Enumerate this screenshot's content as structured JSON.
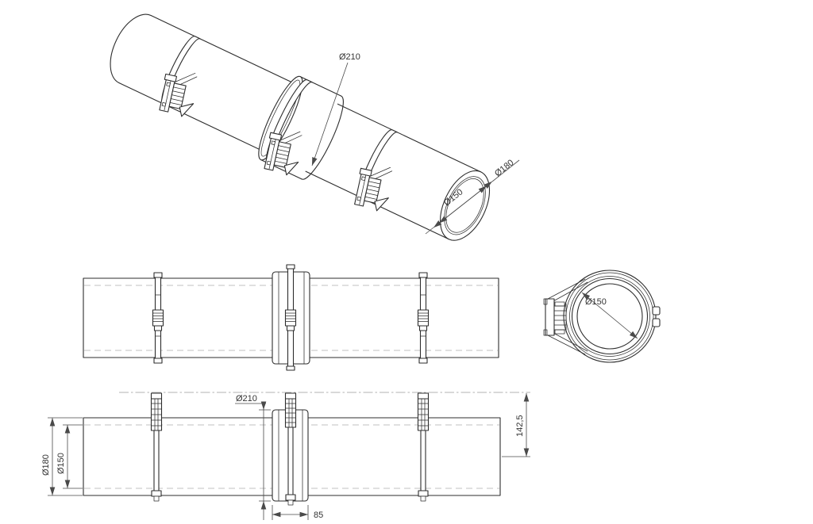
{
  "drawing": {
    "type": "technical-cad-drawing",
    "part": "pipe-with-coupling-and-three-clamps",
    "colors": {
      "outline": "#2e2e2e",
      "dim": "#4a4a4a",
      "hidden": "#c2c2c2",
      "center": "#9a9a9a",
      "text": "#333333",
      "bg": "#ffffff"
    },
    "isometric_view": {
      "dim_labels": {
        "coupling_od": "Ø210",
        "bore": "Ø150",
        "pipe_od": "Ø180"
      }
    },
    "end_view": {
      "dim_labels": {
        "bore": "Ø150"
      }
    },
    "bottom_view": {
      "dim_labels": {
        "pipe_od": "Ø180",
        "bore": "Ø150",
        "coupling_od": "Ø210",
        "clamp_height": "142,5",
        "coupling_width": "85"
      }
    }
  }
}
